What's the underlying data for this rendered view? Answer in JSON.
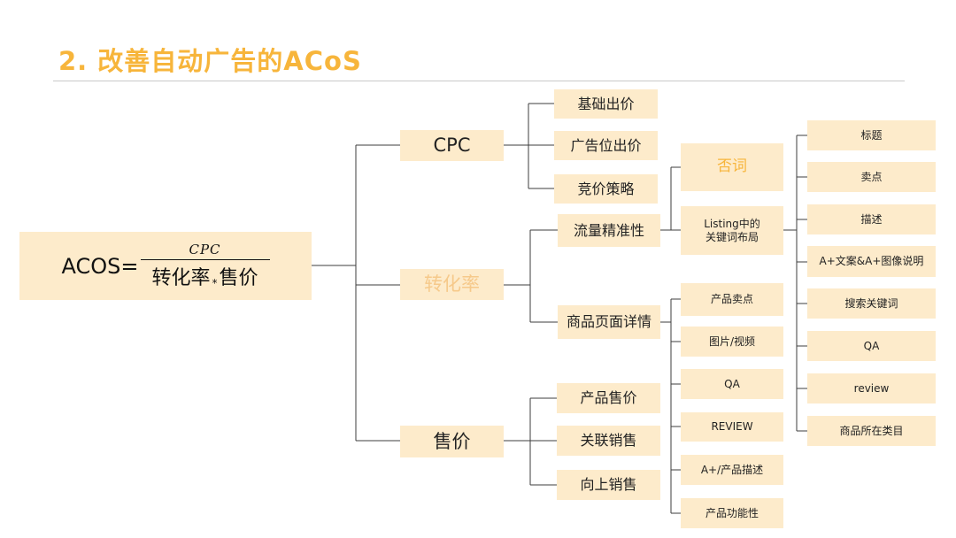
{
  "title": "2. 改善自动广告的ACoS",
  "formula": {
    "lhs": "ACOS=",
    "numerator": "CPC",
    "denominator_left": "转化率",
    "operator": "*",
    "denominator_right": "售价"
  },
  "branches": {
    "cpc": {
      "label": "CPC",
      "children": [
        "基础出价",
        "广告位出价",
        "竞价策略"
      ]
    },
    "conversion": {
      "label": "转化率",
      "traffic": {
        "label": "流量精准性",
        "negative": "否词",
        "listing_line1": "Listing中的",
        "listing_line2": "关键词布局",
        "listing_children": [
          "标题",
          "卖点",
          "描述",
          "A+文案&A+图像说明",
          "搜索关键词",
          "QA",
          "review",
          "商品所在类目"
        ]
      },
      "detail": {
        "label": "商品页面详情",
        "children": [
          "产品卖点",
          "图片/视频",
          "QA",
          "REVIEW",
          "A+/产品描述",
          "产品功能性"
        ]
      }
    },
    "price": {
      "label": "售价",
      "children": [
        "产品售价",
        "关联销售",
        "向上销售"
      ]
    }
  }
}
